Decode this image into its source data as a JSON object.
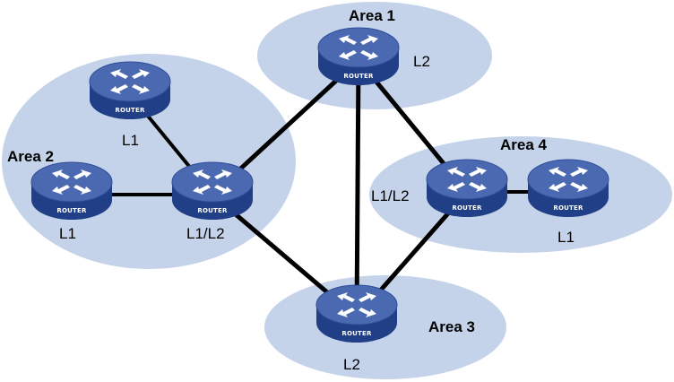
{
  "diagram": {
    "type": "network-topology",
    "colors": {
      "area_fill": "#c5d3ea",
      "router_top": "#4b69b1",
      "router_side": "#203f86",
      "router_rim": "#2c4d98",
      "link": "#000000",
      "glyph": "#ffffff"
    },
    "areas": [
      {
        "id": "area1",
        "label": "Area 1"
      },
      {
        "id": "area2",
        "label": "Area 2"
      },
      {
        "id": "area3",
        "label": "Area 3"
      },
      {
        "id": "area4",
        "label": "Area 4"
      }
    ],
    "routers": [
      {
        "id": "r-a1",
        "area": "area1",
        "device_label": "ROUTER",
        "role": "L2"
      },
      {
        "id": "r-a2-top",
        "area": "area2",
        "device_label": "ROUTER",
        "role": "L1"
      },
      {
        "id": "r-a2-left",
        "area": "area2",
        "device_label": "ROUTER",
        "role": "L1"
      },
      {
        "id": "r-a2-border",
        "area": "area2",
        "device_label": "ROUTER",
        "role": "L1/L2"
      },
      {
        "id": "r-a4-border",
        "area": "area4",
        "device_label": "ROUTER",
        "role": "L1/L2"
      },
      {
        "id": "r-a4-right",
        "area": "area4",
        "device_label": "ROUTER",
        "role": "L1"
      },
      {
        "id": "r-a3",
        "area": "area3",
        "device_label": "ROUTER",
        "role": "L2"
      }
    ],
    "links": [
      {
        "from": "r-a2-top",
        "to": "r-a2-border",
        "kind": "L1"
      },
      {
        "from": "r-a2-left",
        "to": "r-a2-border",
        "kind": "L1"
      },
      {
        "from": "r-a4-border",
        "to": "r-a4-right",
        "kind": "L1"
      },
      {
        "from": "r-a2-border",
        "to": "r-a1",
        "kind": "L2"
      },
      {
        "from": "r-a2-border",
        "to": "r-a3",
        "kind": "L2"
      },
      {
        "from": "r-a1",
        "to": "r-a3",
        "kind": "L2"
      },
      {
        "from": "r-a1",
        "to": "r-a4-border",
        "kind": "L2"
      },
      {
        "from": "r-a4-border",
        "to": "r-a3",
        "kind": "L2"
      }
    ]
  }
}
